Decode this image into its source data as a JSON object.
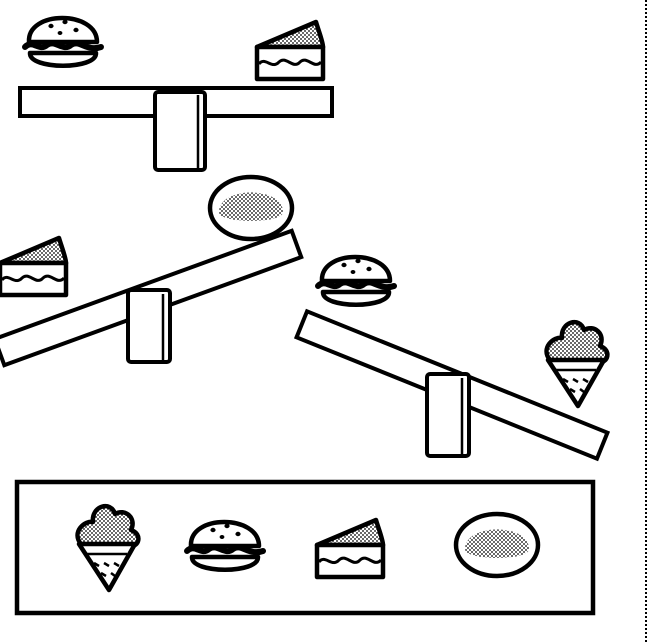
{
  "worksheet": {
    "colors": {
      "ink": "#000000",
      "paper": "#ffffff",
      "shade": "#b4b4b4"
    },
    "seesaws": [
      {
        "state": "balanced",
        "left_item": "burger-icon",
        "right_item": "cake-slice-icon"
      },
      {
        "state": "tilted",
        "heavier_side": "left",
        "left_item": "cake-slice-icon",
        "right_item": "ball-icon"
      },
      {
        "state": "tilted",
        "heavier_side": "right",
        "left_item": "burger-icon",
        "right_item": "ice-cream-cone-icon"
      }
    ],
    "answer_box_items": [
      "ice-cream-cone-icon",
      "burger-icon",
      "cake-slice-icon",
      "ball-icon"
    ]
  }
}
